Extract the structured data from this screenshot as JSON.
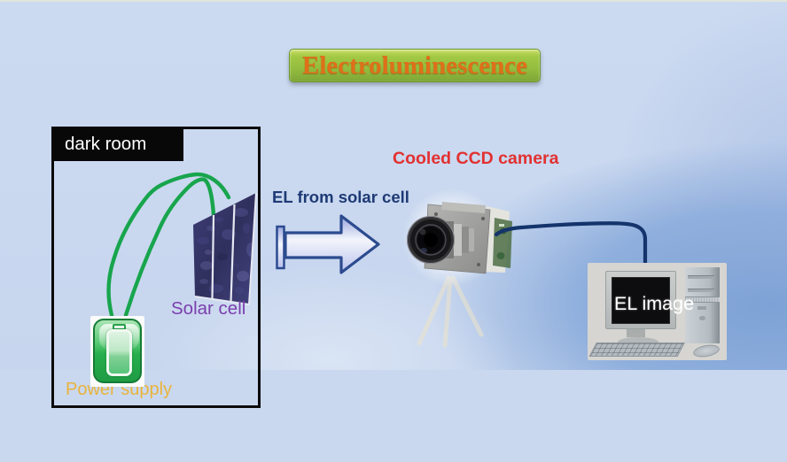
{
  "title": {
    "text": "Electroluminescence"
  },
  "dark_room": {
    "label": "dark room"
  },
  "labels": {
    "el_from_solar_cell": "EL from solar cell",
    "cooled_ccd_camera": "Cooled CCD camera",
    "solar_cell": "Solar cell",
    "power_supply": "Power supply",
    "el_image": "EL image"
  },
  "colors": {
    "background_light": "#c9d8ef",
    "background_deep": "#7da1d5",
    "title_text": "#df6f1a",
    "title_bg": "#9cc342",
    "wire_green": "#18a54d",
    "cable_navy": "#14346b",
    "label_navy": "#1e3a75",
    "label_red": "#e23131",
    "label_purple": "#7a3fae",
    "label_gold": "#eab33c",
    "arrow_outline": "#2c4b8f"
  }
}
